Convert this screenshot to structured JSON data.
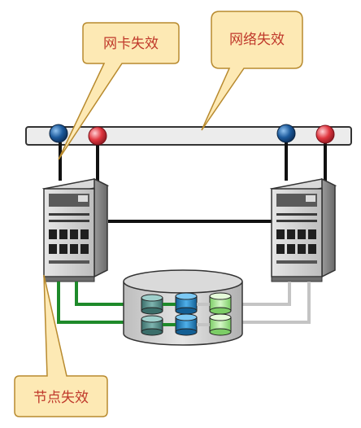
{
  "callouts": {
    "nic_failure": "网卡失效",
    "network_failure": "网络失效",
    "node_failure": "节点失效"
  },
  "colors": {
    "callout_fill": "#fde9b4",
    "callout_stroke": "#b88a2e",
    "callout_text": "#c0392b",
    "network_bar": "#eeeeee",
    "server_body": "#b8b8b8",
    "server_dark": "#6f6f6f",
    "nic_blue": "#1c5a9c",
    "nic_red": "#e0363f",
    "link_green": "#1e8a2a",
    "link_gray": "#c4c4c4",
    "storage": "#d2d2d2",
    "disk_teal": "#4e8a86",
    "disk_blue": "#1f87c8",
    "disk_green": "#a8e890"
  },
  "icons": [
    "server-icon",
    "storage-array-icon",
    "disk-icon",
    "nic-port-icon"
  ]
}
